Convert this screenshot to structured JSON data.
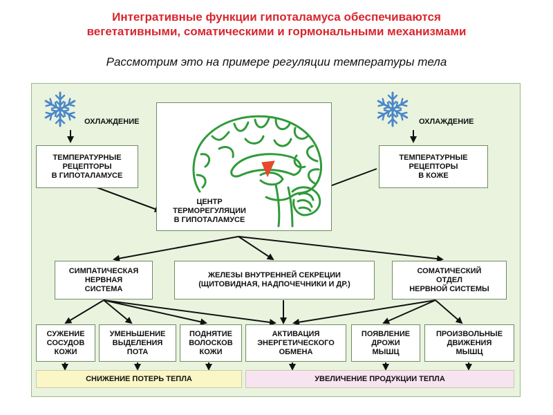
{
  "header": {
    "title_line1": "Интегративные функции гипоталамуса обеспечиваются",
    "title_line2": "вегетативными, соматическими и гормональными механизмами",
    "subtitle": "Рассмотрим это на примере регуляции температуры тела"
  },
  "colors": {
    "title": "#d8262e",
    "panel": "#e9f3de",
    "snowflake": "#4a86c8",
    "brain": "#2f9a3a",
    "hypothalamus": "#e6492d",
    "band_left": "#fbf6c6",
    "band_right": "#f8e4f0"
  },
  "icons": [
    "snowflake-icon",
    "snowflake-icon",
    "brain-illustration"
  ],
  "diagram": {
    "cooling_left": "ОХЛАЖДЕНИЕ",
    "cooling_right": "ОХЛАЖДЕНИЕ",
    "receptors_hypothalamus": [
      "ТЕМПЕРАТУРНЫЕ",
      "РЕЦЕПТОРЫ",
      "В ГИПОТАЛАМУСЕ"
    ],
    "receptors_skin": [
      "ТЕМПЕРАТУРНЫЕ",
      "РЕЦЕПТОРЫ",
      "В КОЖЕ"
    ],
    "center": [
      "ЦЕНТР",
      "ТЕРМОРЕГУЛЯЦИИ",
      "В ГИПОТАЛАМУСЕ"
    ],
    "sympathetic": [
      "СИМПАТИЧЕСКАЯ",
      "НЕРВНАЯ",
      "СИСТЕМА"
    ],
    "endocrine": [
      "ЖЕЛЕЗЫ ВНУТРЕННЕЙ СЕКРЕЦИИ",
      "(ЩИТОВИДНАЯ, НАДПОЧЕЧНИКИ И ДР.)"
    ],
    "somatic": [
      "СОМАТИЧЕСКИЙ",
      "ОТДЕЛ",
      "НЕРВНОЙ СИСТЕМЫ"
    ],
    "effects": [
      [
        "СУЖЕНИЕ",
        "СОСУДОВ",
        "КОЖИ"
      ],
      [
        "УМЕНЬШЕНИЕ",
        "ВЫДЕЛЕНИЯ",
        "ПОТА"
      ],
      [
        "ПОДНЯТИЕ",
        "ВОЛОСКОВ",
        "КОЖИ"
      ],
      [
        "АКТИВАЦИЯ",
        "ЭНЕРГЕТИЧЕСКОГО",
        "ОБМЕНА"
      ],
      [
        "ПОЯВЛЕНИЕ",
        "ДРОЖИ",
        "МЫШЦ"
      ],
      [
        "ПРОИЗВОЛЬНЫЕ",
        "ДВИЖЕНИЯ",
        "МЫШЦ"
      ]
    ],
    "outcome_left": "СНИЖЕНИЕ ПОТЕРЬ ТЕПЛА",
    "outcome_right": "УВЕЛИЧЕНИЕ ПРОДУКЦИИ ТЕПЛА"
  }
}
